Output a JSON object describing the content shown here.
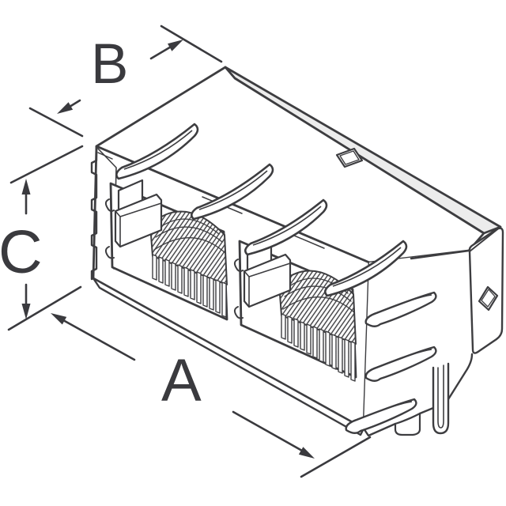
{
  "drawing": {
    "type": "isometric-technical-line-drawing",
    "subject": "2-port shielded RJ45 modular jack connector with latch springs, EMI fingers, mounting peg and solder pin",
    "background_color": "#ffffff",
    "line_color": "#3d3d40",
    "body_fill": "#ffffff",
    "bevel_fill": "#ececec",
    "label_color": "#3a3a3e"
  },
  "dimensions": {
    "a": {
      "label": "A"
    },
    "b": {
      "label": "B"
    },
    "c": {
      "label": "C"
    }
  }
}
